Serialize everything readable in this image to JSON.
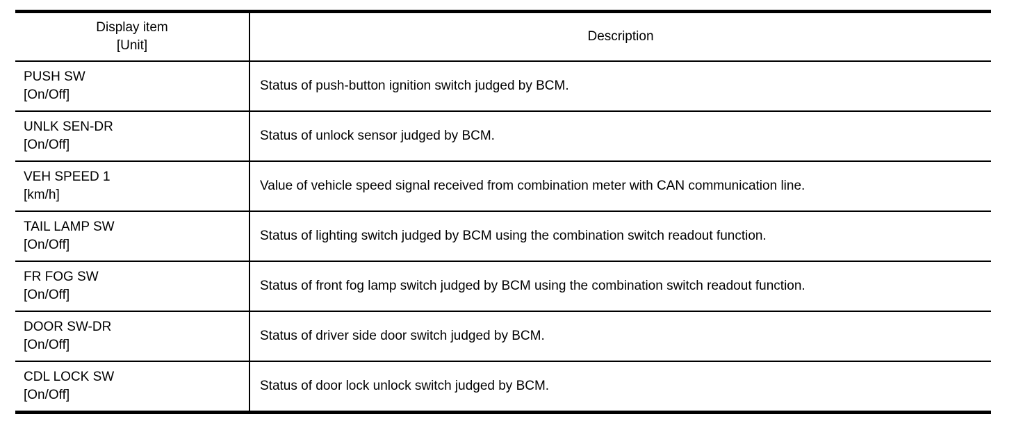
{
  "table": {
    "headers": {
      "display_item_line1": "Display item",
      "display_item_line2": "[Unit]",
      "description": "Description"
    },
    "rows": [
      {
        "item": "PUSH SW",
        "unit": "[On/Off]",
        "description": "Status of push-button ignition switch judged by BCM."
      },
      {
        "item": "UNLK SEN-DR",
        "unit": "[On/Off]",
        "description": "Status of unlock sensor judged by BCM."
      },
      {
        "item": "VEH SPEED 1",
        "unit": "[km/h]",
        "description": "Value of vehicle speed signal received from combination meter with CAN communication line."
      },
      {
        "item": "TAIL LAMP SW",
        "unit": "[On/Off]",
        "description": "Status of lighting switch judged by BCM using the combination switch readout function."
      },
      {
        "item": "FR FOG SW",
        "unit": "[On/Off]",
        "description": "Status of front fog lamp switch judged by BCM using the combination switch readout function."
      },
      {
        "item": "DOOR SW-DR",
        "unit": "[On/Off]",
        "description": "Status of driver side door switch judged by BCM."
      },
      {
        "item": "CDL LOCK SW",
        "unit": "[On/Off]",
        "description": "Status of door lock unlock switch judged by BCM."
      }
    ],
    "colors": {
      "border": "#000000",
      "text": "#000000",
      "background": "#ffffff"
    }
  }
}
